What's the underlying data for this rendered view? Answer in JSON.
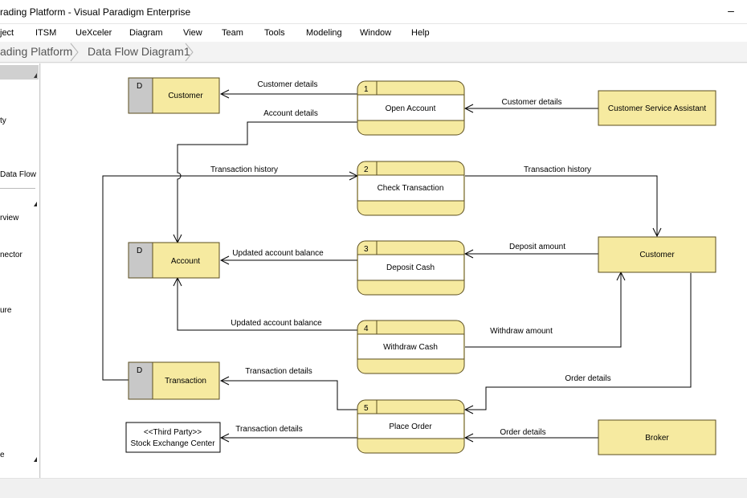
{
  "window": {
    "title": "rading Platform - Visual Paradigm Enterprise",
    "minimize": "–"
  },
  "menu": [
    "ject",
    "ITSM",
    "UeXceler",
    "Diagram",
    "View",
    "Team",
    "Tools",
    "Modeling",
    "Window",
    "Help"
  ],
  "breadcrumb": [
    "ading Platform",
    "Data Flow Diagram1"
  ],
  "sidebar": {
    "items": [
      "ty",
      "Data Flow",
      "rview",
      "nector",
      "ure",
      "e"
    ]
  },
  "diagram": {
    "stores": [
      {
        "id": "D",
        "name": "Customer"
      },
      {
        "id": "D",
        "name": "Account"
      },
      {
        "id": "D",
        "name": "Transaction"
      }
    ],
    "processes": [
      {
        "num": "1",
        "name": "Open Account"
      },
      {
        "num": "2",
        "name": "Check Transaction"
      },
      {
        "num": "3",
        "name": "Deposit Cash"
      },
      {
        "num": "4",
        "name": "Withdraw Cash"
      },
      {
        "num": "5",
        "name": "Place Order"
      }
    ],
    "entities": {
      "csa": "Customer Service Assistant",
      "customer": "Customer",
      "broker": "Broker",
      "stock_line1": "<<Third Party>>",
      "stock_line2": "Stock Exchange Center"
    },
    "flows": {
      "f_customer_details_left": "Customer details",
      "f_account_details": "Account details",
      "f_customer_details_right": "Customer details",
      "f_transaction_history_left": "Transaction history",
      "f_transaction_history_right": "Transaction history",
      "f_updated_balance_1": "Updated account balance",
      "f_deposit_amount": "Deposit amount",
      "f_updated_balance_2": "Updated account balance",
      "f_withdraw_amount": "Withdraw amount",
      "f_transaction_details_1": "Transaction details",
      "f_order_details_1": "Order details",
      "f_transaction_details_2": "Transaction details",
      "f_order_details_2": "Order details"
    },
    "colors": {
      "fill": "#f6eaa0",
      "border": "#5b4e1e",
      "store_id_fill": "#c8c8c8"
    }
  }
}
